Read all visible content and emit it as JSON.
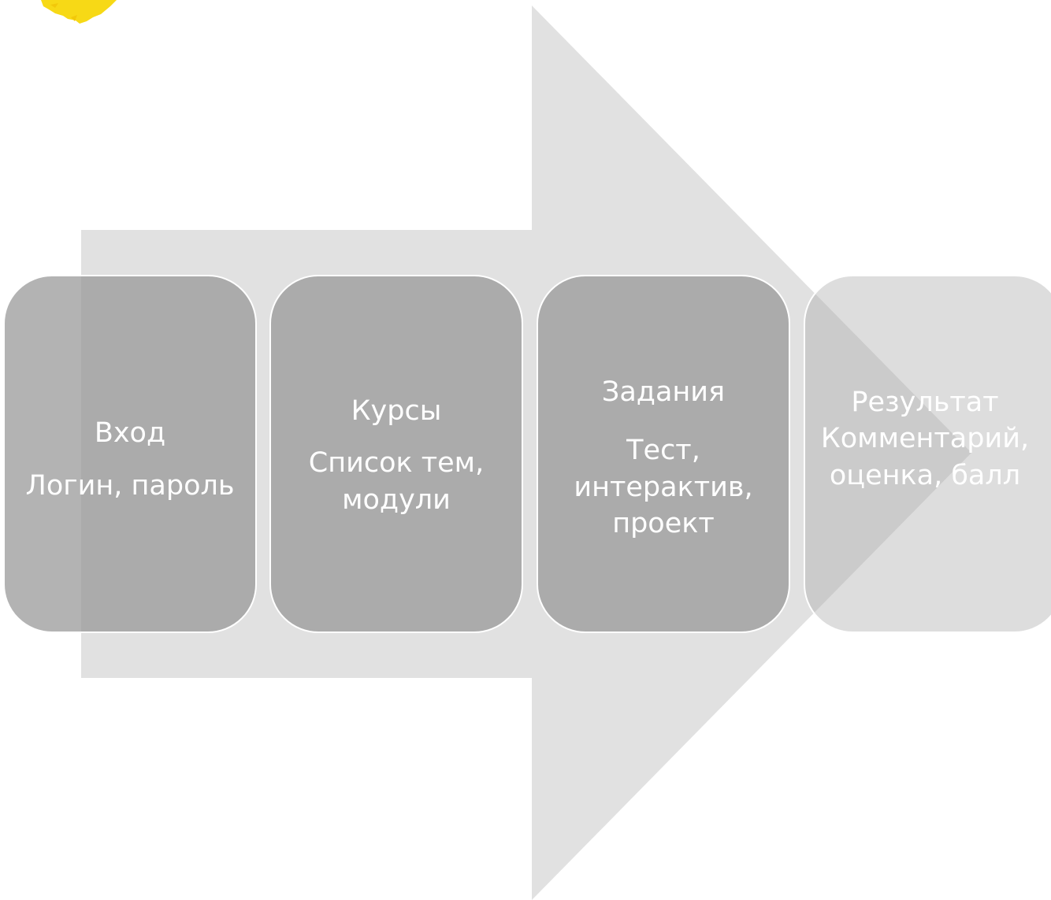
{
  "colors": {
    "arrow": "#e1e1e1",
    "box_fill": "#969696",
    "box_text": "#ffffff",
    "box_border": "#ffffff",
    "accent_splash": "#f7d916"
  },
  "steps": [
    {
      "title": "Вход",
      "desc": "Логин, пароль"
    },
    {
      "title": "Курсы",
      "desc": "Список тем, модули"
    },
    {
      "title": "Задания",
      "desc": "Тест, интерактив, проект"
    },
    {
      "title": "Результат",
      "desc": "Комментарий, оценка, балл"
    }
  ]
}
